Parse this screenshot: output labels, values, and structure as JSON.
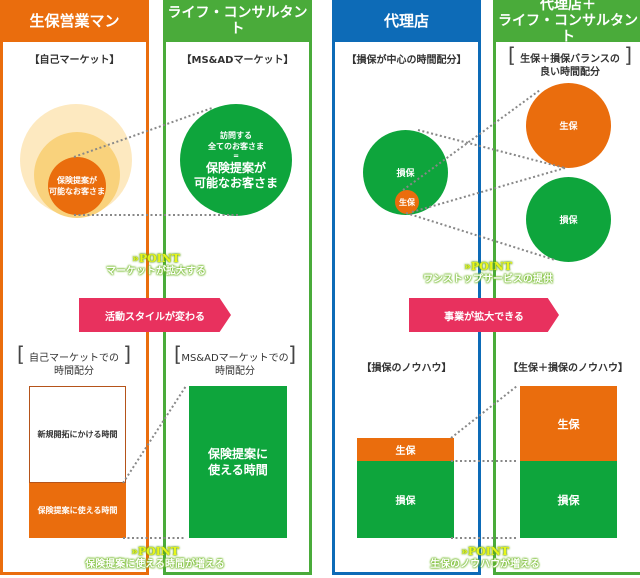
{
  "colors": {
    "orange": "#ea6d0d",
    "green": "#4aab3a",
    "deep_green": "#0ea53c",
    "blue": "#0d6bb7",
    "pink_arrow": "#e8315e",
    "light_yellow": "#fde9c0",
    "mid_yellow": "#f9d27c"
  },
  "panels": [
    {
      "header": "生保営業マン",
      "section1_title": "【自己マーケット】",
      "circle_inner_label": "保険提案が\n可能なお客さま",
      "section2_title_line1": "自己マーケットでの",
      "section2_title_line2": "時間配分",
      "box_top_label": "新規開拓にかける時間",
      "box_bottom_label": "保険提案に使える時間"
    },
    {
      "header": "ライフ・コンサルタント",
      "section1_title": "【MS&ADマーケット】",
      "circle_line1": "訪問する",
      "circle_line2": "全てのお客さま",
      "circle_line3": "=",
      "circle_line4": "保険提案が",
      "circle_line5": "可能なお客さま",
      "section2_title_line1": "MS&ADマーケットでの",
      "section2_title_line2": "時間配分",
      "box_line1": "保険提案に",
      "box_line2": "使える時間"
    },
    {
      "header": "代理店",
      "section1_title": "【損保が中心の時間配分】",
      "circle_big_label": "損保",
      "circle_small_label": "生保",
      "section2_title": "【損保のノウハウ】",
      "box_top_label": "生保",
      "box_bottom_label": "損保"
    },
    {
      "header_line1": "代理店＋",
      "header_line2": "ライフ・コンサルタント",
      "section1_title_line1": "生保＋損保バランスの",
      "section1_title_line2": "良い時間配分",
      "circle_top_label": "生保",
      "circle_bottom_label": "損保",
      "section2_title": "【生保＋損保のノウハウ】",
      "box_top_label": "生保",
      "box_bottom_label": "損保"
    }
  ],
  "points": [
    {
      "tag": "»POINT",
      "label": "マーケットが拡大する"
    },
    {
      "tag": "»POINT",
      "label": "ワンストップサービスの提供"
    },
    {
      "tag": "»POINT",
      "label": "保険提案に使える時間が増える"
    },
    {
      "tag": "»POINT",
      "label": "生保のノウハウが増える"
    }
  ],
  "arrows": [
    {
      "label": "活動スタイルが変わる"
    },
    {
      "label": "事業が拡大できる"
    }
  ],
  "brackets": {
    "open": "[",
    "close": "]"
  }
}
